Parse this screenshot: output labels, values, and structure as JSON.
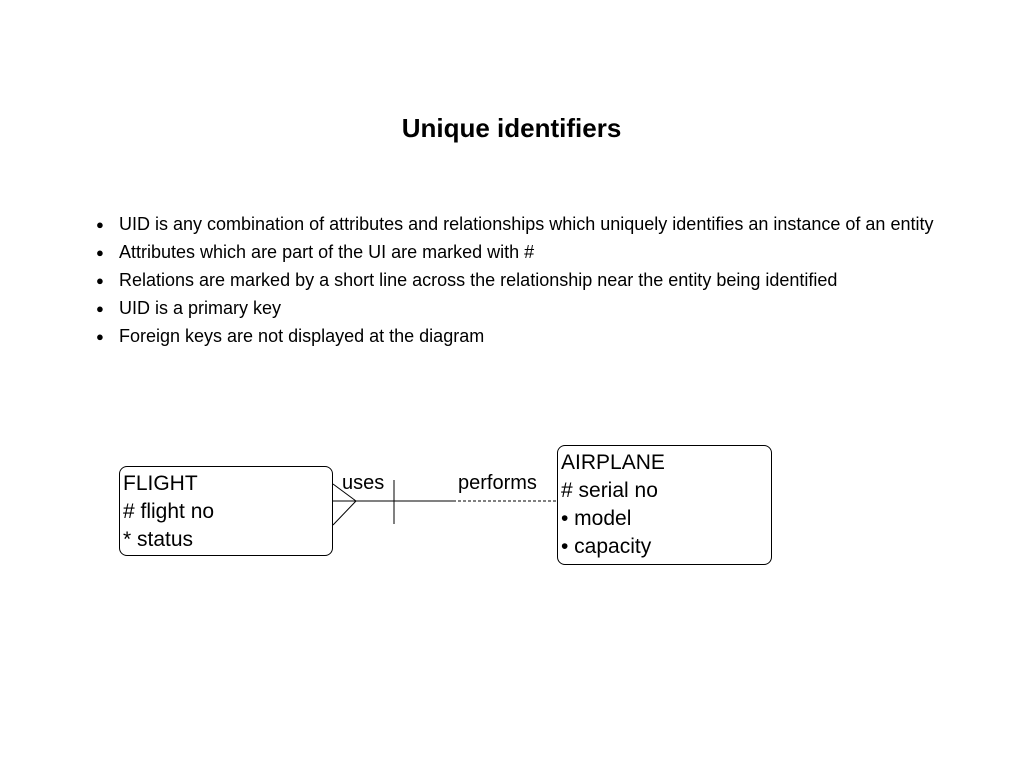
{
  "slide": {
    "title": "Unique identifiers",
    "bullet_symbol": "●",
    "bullets": [
      "UID is any combination of attributes and relationships which uniquely identifies an instance of an entity",
      "Attributes which are part of the UI are marked with #",
      "Relations are marked by a short line across the relationship near the entity being identified",
      "UID is a primary key",
      "Foreign keys are not displayed at the diagram"
    ]
  },
  "diagram": {
    "flight": {
      "name": "FLIGHT",
      "attributes": [
        "# flight no",
        "* status"
      ]
    },
    "airplane": {
      "name": "AIRPLANE",
      "attributes": [
        "# serial no",
        "• model",
        "• capacity"
      ]
    },
    "relationship": {
      "flight_side_label": "uses",
      "airplane_side_label": "performs",
      "flight_side": "many, mandatory, part of UID (crow's foot with bar)",
      "airplane_side": "one, optional (dashed)"
    }
  }
}
